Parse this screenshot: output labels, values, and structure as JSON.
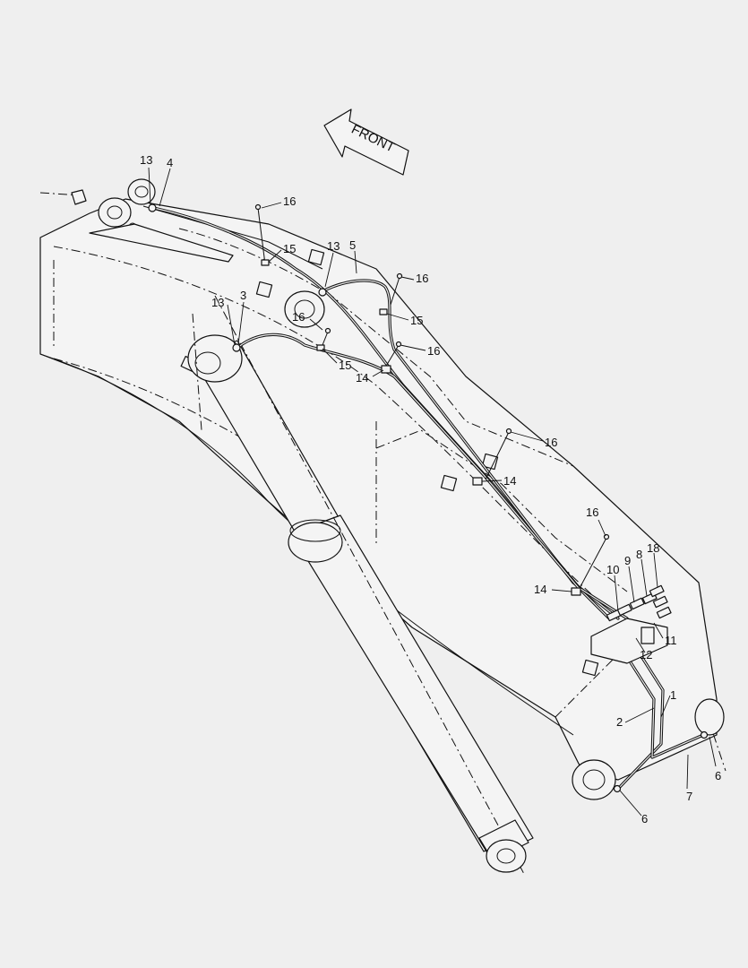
{
  "front_arrow_label": "FRONT",
  "callouts": {
    "c1": "1",
    "c2": "2",
    "c3": "3",
    "c4": "4",
    "c5": "5",
    "c6a": "6",
    "c6b": "6",
    "c7": "7",
    "c8": "8",
    "c9": "9",
    "c10": "10",
    "c11": "11",
    "c12": "12",
    "c13a": "13",
    "c13b": "13",
    "c13c": "13",
    "c14a": "14",
    "c14b": "14",
    "c14c": "14",
    "c15a": "15",
    "c15b": "15",
    "c15c": "15",
    "c16a": "16",
    "c16b": "16",
    "c16c": "16",
    "c16d": "16",
    "c16e": "16",
    "c16f": "16",
    "c18": "18"
  }
}
